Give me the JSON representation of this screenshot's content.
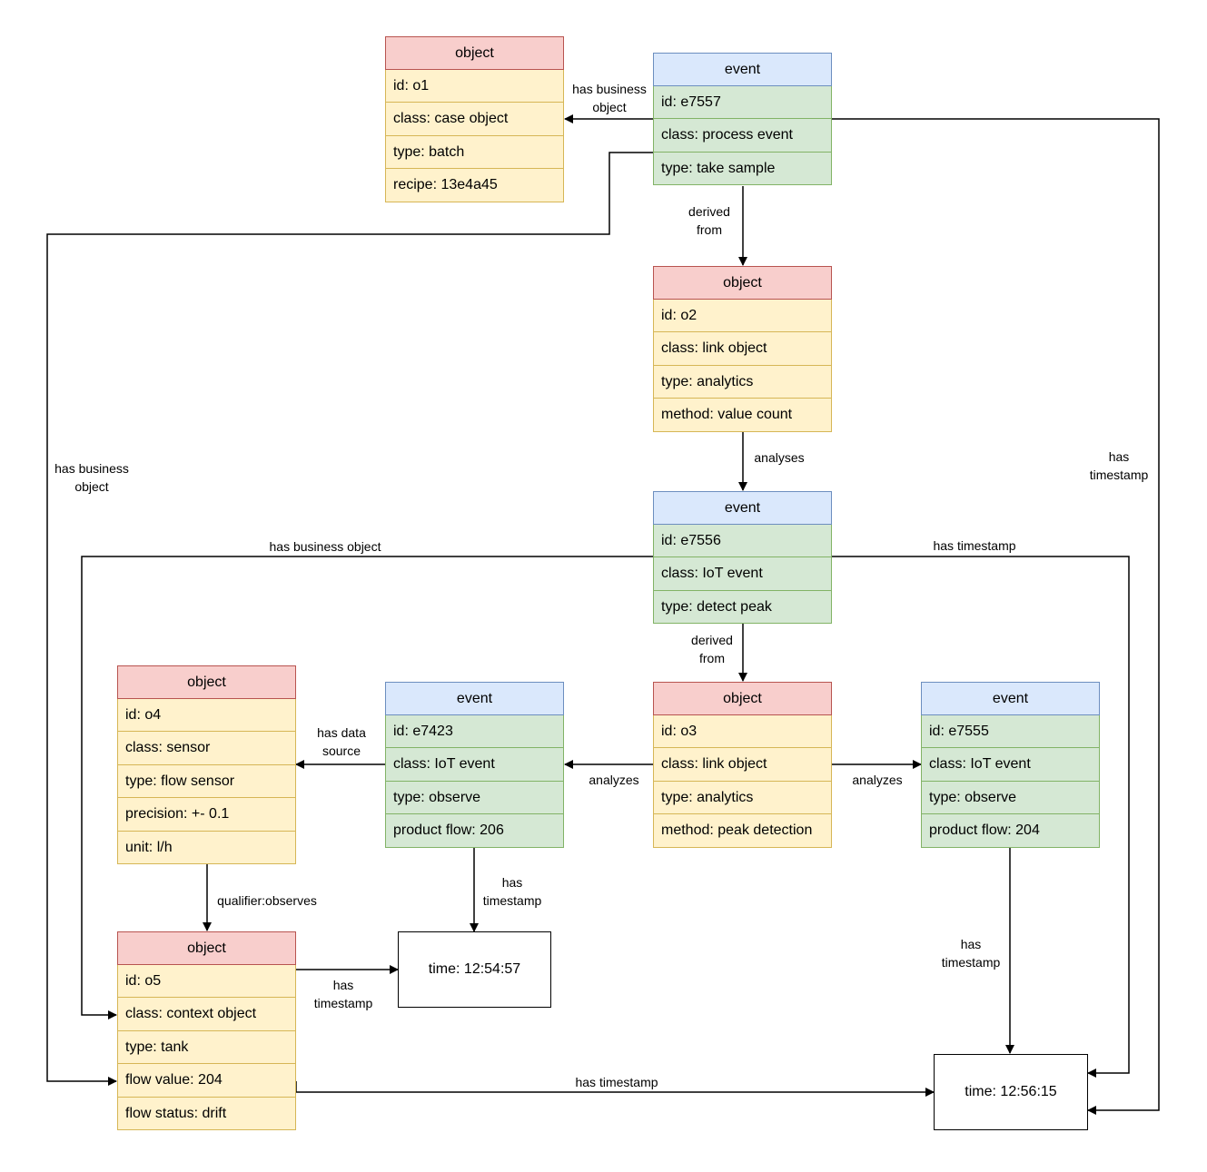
{
  "nodes": {
    "o1": {
      "header": "object",
      "rows": [
        "id: o1",
        "class: case object",
        "type: batch",
        "recipe: 13e4a45"
      ]
    },
    "e7557": {
      "header": "event",
      "rows": [
        "id: e7557",
        "class: process event",
        "type: take sample"
      ]
    },
    "o2": {
      "header": "object",
      "rows": [
        "id: o2",
        "class: link object",
        "type: analytics",
        "method: value count"
      ]
    },
    "e7556": {
      "header": "event",
      "rows": [
        "id: e7556",
        "class: IoT event",
        "type: detect peak"
      ]
    },
    "o4": {
      "header": "object",
      "rows": [
        "id: o4",
        "class: sensor",
        "type: flow sensor",
        "precision: +- 0.1",
        "unit: l/h"
      ]
    },
    "e7423": {
      "header": "event",
      "rows": [
        "id: e7423",
        "class: IoT event",
        "type: observe",
        "product flow: 206"
      ]
    },
    "o3": {
      "header": "object",
      "rows": [
        "id: o3",
        "class: link object",
        "type: analytics",
        "method: peak detection"
      ]
    },
    "e7555": {
      "header": "event",
      "rows": [
        "id: e7555",
        "class: IoT event",
        "type: observe",
        "product flow: 204"
      ]
    },
    "o5": {
      "header": "object",
      "rows": [
        "id: o5",
        "class: context object",
        "type: tank",
        "flow value: 204",
        "flow status: drift"
      ]
    }
  },
  "times": {
    "t1": "time: 12:54:57",
    "t2": "time: 12:56:15"
  },
  "edge_labels": {
    "e7557_o1": "has business\nobject",
    "e7557_o2": "derived\nfrom",
    "o2_e7556": "analyses",
    "e7557_o5": "has business\nobject",
    "e7557_t2": "has\ntimestamp",
    "e7556_o5": "has business object",
    "e7556_t2": "has timestamp",
    "e7556_o3": "derived\nfrom",
    "e7423_o4": "has data\nsource",
    "o3_e7423": "analyzes",
    "o3_e7555": "analyzes",
    "o4_o5": "qualifier:observes",
    "e7423_t1": "has\ntimestamp",
    "o5_t1": "has\ntimestamp",
    "e7555_t2": "has\ntimestamp",
    "o5_t2": "has timestamp"
  },
  "colors": {
    "object_header_fill": "#f8cecc",
    "object_header_stroke": "#b85450",
    "object_row_fill": "#fff2cc",
    "object_row_stroke": "#d6b656",
    "event_header_fill": "#dae8fc",
    "event_header_stroke": "#6c8ebf",
    "event_row_fill": "#d5e8d4",
    "event_row_stroke": "#82b366"
  }
}
